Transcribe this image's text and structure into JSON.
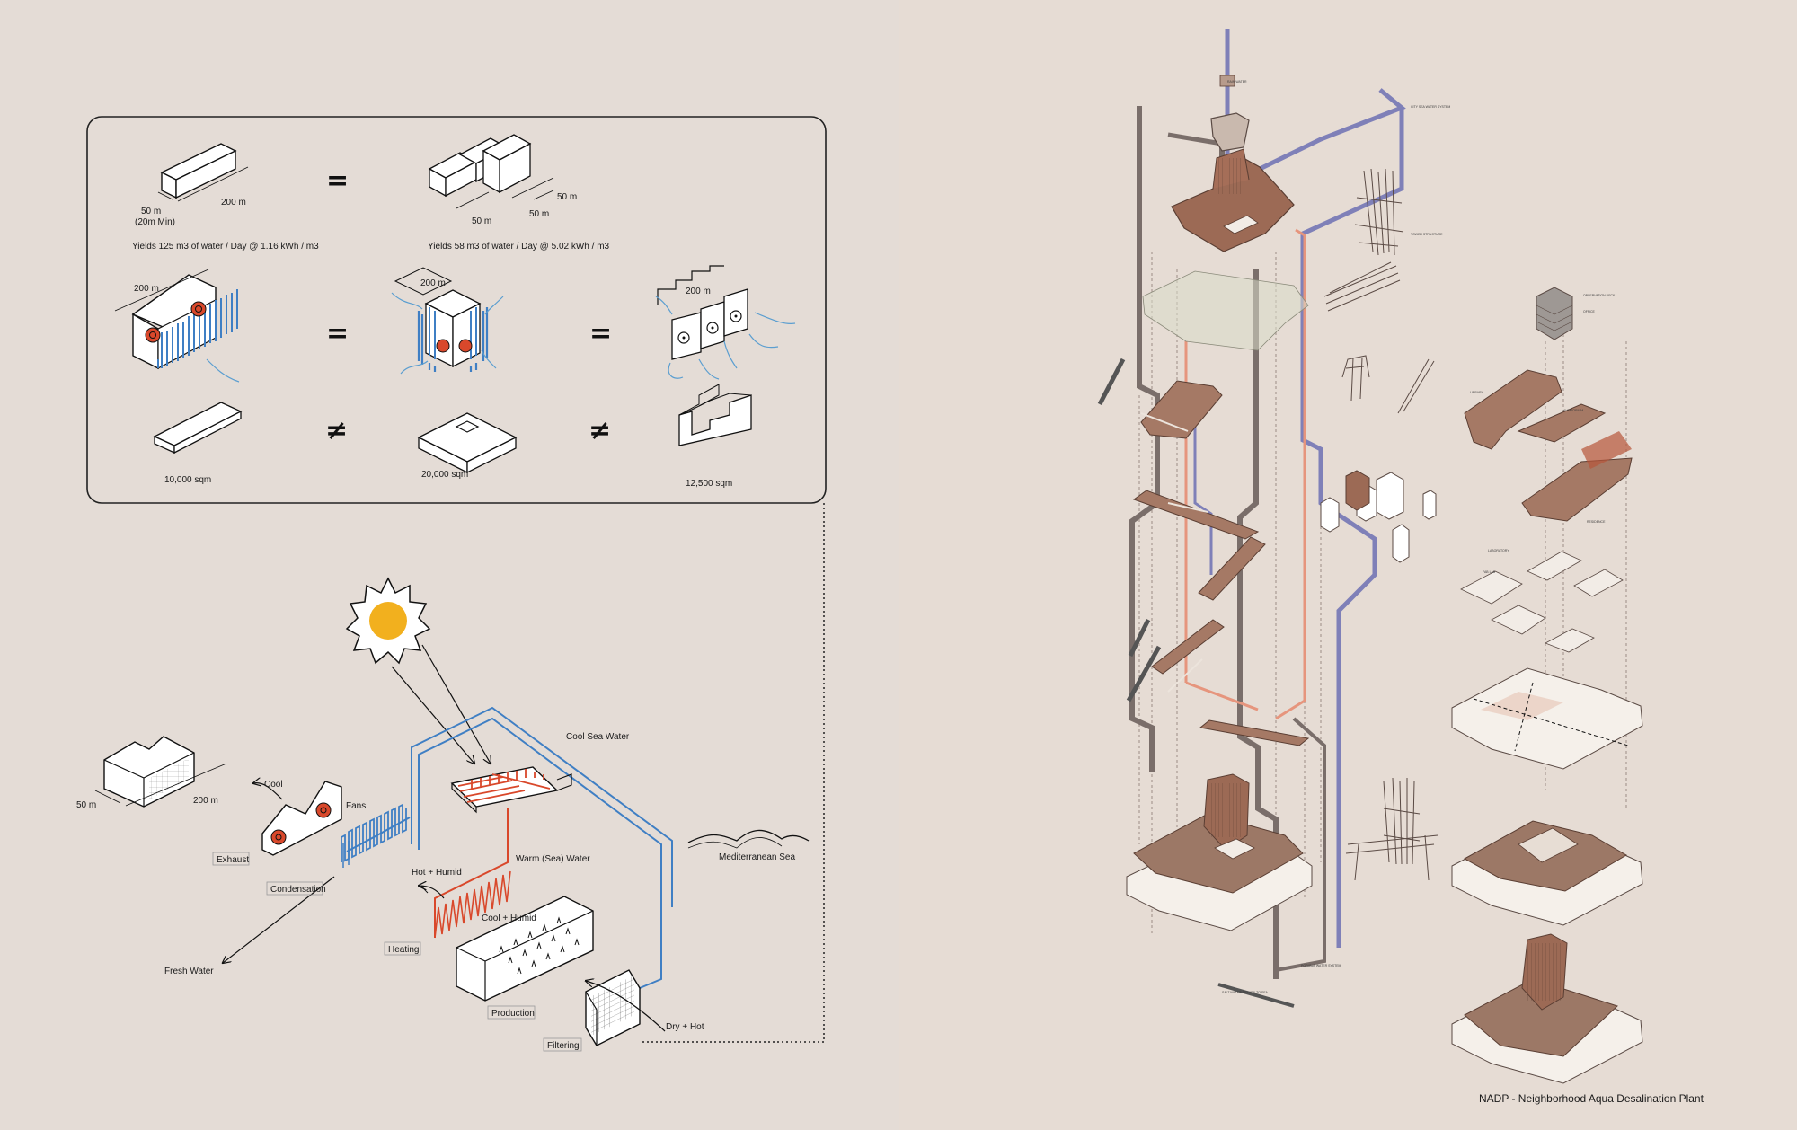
{
  "comparison_panel": {
    "row1": {
      "left_dims": {
        "width": "50 m",
        "width_note": "(20m Min)",
        "length": "200 m"
      },
      "left_yield": "Yields 125 m3 of water / Day @ 1.16 kWh / m3",
      "right_dims": {
        "a": "50 m",
        "b": "50 m",
        "c": "50 m"
      },
      "right_yield": "Yields 58 m3 of water / Day @ 5.02 kWh / m3"
    },
    "row2": {
      "left_dim": "200 m",
      "mid_dim": "200 m",
      "right_dim": "200 m"
    },
    "row3": {
      "left_area": "10,000 sqm",
      "mid_area": "20,000 sqm",
      "right_area": "12,500 sqm"
    },
    "symbols": {
      "equals": "=",
      "not_equals": "≠"
    }
  },
  "process_diagram": {
    "labels": {
      "cool_sea_water": "Cool Sea Water",
      "mediterranean_sea": "Mediterranean Sea",
      "cool": "Cool",
      "fans": "Fans",
      "exhaust": "Exhaust",
      "condensation": "Condensation",
      "hot_humid": "Hot + Humid",
      "warm_sea_water": "Warm (Sea) Water",
      "cool_humid": "Cool + Humid",
      "heating": "Heating",
      "fresh_water": "Fresh Water",
      "production": "Production",
      "dry_hot": "Dry + Hot",
      "filtering": "Filtering",
      "dim_width": "50 m",
      "dim_length": "200 m"
    }
  },
  "axonometric": {
    "caption": "NADP - Neighborhood Aqua Desalination Plant",
    "tiny_labels": {
      "rain_water": "RAIN WATER",
      "city_sea_water": "CITY SEA WATER SYSTEM",
      "tower_structure": "TOWER STRUCTURE",
      "observation_deck": "OBSERVATION DECK",
      "office": "OFFICE",
      "library": "LIBRARY",
      "auditorium": "AUDITORIUM",
      "residence": "RESIDENCE",
      "laboratory": "LABORATORY",
      "fab_lab": "FAB LAB",
      "potable_water": "POTABLE WATER SYSTEM",
      "salt_water_return": "SALT WATER RETURN TO SEA"
    }
  },
  "colors": {
    "background": "#e4dcd6",
    "cool_water_blue": "#3f7fc4",
    "warm_water_red": "#d9482b",
    "sun_yellow": "#f2b01e",
    "pipe_purple": "#7f80b8",
    "pipe_salmon": "#e6957d",
    "building_brown": "#8c6553"
  }
}
